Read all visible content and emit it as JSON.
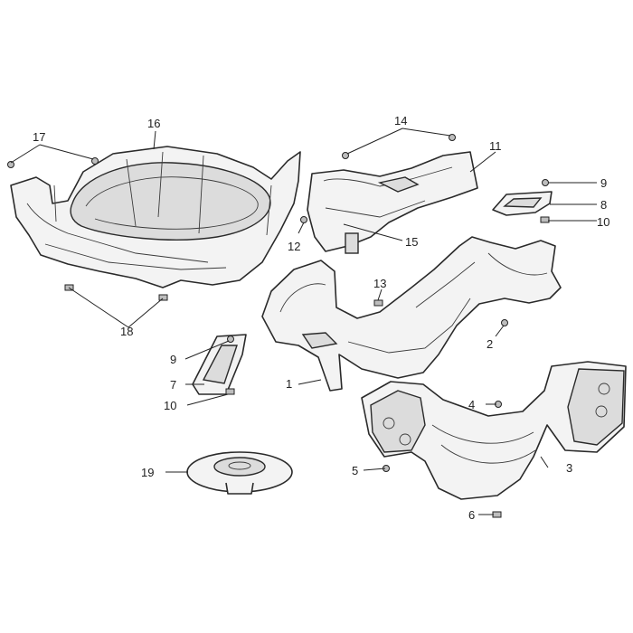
{
  "callouts": [
    {
      "id": "c1",
      "label": "1"
    },
    {
      "id": "c2",
      "label": "2"
    },
    {
      "id": "c3",
      "label": "3"
    },
    {
      "id": "c4",
      "label": "4"
    },
    {
      "id": "c5",
      "label": "5"
    },
    {
      "id": "c6",
      "label": "6"
    },
    {
      "id": "c7",
      "label": "7"
    },
    {
      "id": "c8",
      "label": "8"
    },
    {
      "id": "c9a",
      "label": "9"
    },
    {
      "id": "c9b",
      "label": "9"
    },
    {
      "id": "c10a",
      "label": "10"
    },
    {
      "id": "c10b",
      "label": "10"
    },
    {
      "id": "c11",
      "label": "11"
    },
    {
      "id": "c12",
      "label": "12"
    },
    {
      "id": "c13",
      "label": "13"
    },
    {
      "id": "c14",
      "label": "14"
    },
    {
      "id": "c15",
      "label": "15"
    },
    {
      "id": "c16",
      "label": "16"
    },
    {
      "id": "c17",
      "label": "17"
    },
    {
      "id": "c18",
      "label": "18"
    },
    {
      "id": "c19",
      "label": "19"
    }
  ]
}
